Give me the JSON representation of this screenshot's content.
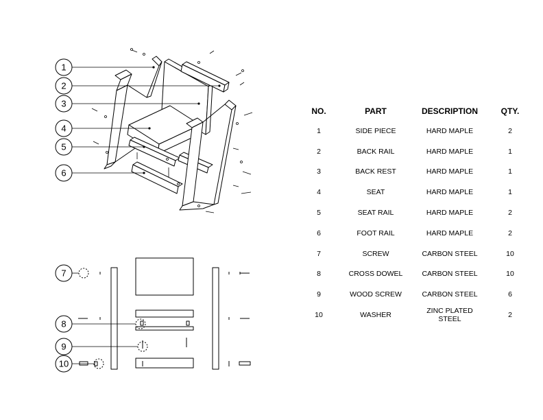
{
  "callouts": [
    "1",
    "2",
    "3",
    "4",
    "5",
    "6",
    "7",
    "8",
    "9",
    "10"
  ],
  "table": {
    "headers": {
      "no": "NO.",
      "part": "PART",
      "description": "DESCRIPTION",
      "qty": "QTY."
    },
    "rows": [
      {
        "no": "1",
        "part": "SIDE PIECE",
        "description": "HARD MAPLE",
        "qty": "2"
      },
      {
        "no": "2",
        "part": "BACK RAIL",
        "description": "HARD MAPLE",
        "qty": "1"
      },
      {
        "no": "3",
        "part": "BACK REST",
        "description": "HARD MAPLE",
        "qty": "1"
      },
      {
        "no": "4",
        "part": "SEAT",
        "description": "HARD MAPLE",
        "qty": "1"
      },
      {
        "no": "5",
        "part": "SEAT RAIL",
        "description": "HARD MAPLE",
        "qty": "2"
      },
      {
        "no": "6",
        "part": "FOOT RAIL",
        "description": "HARD MAPLE",
        "qty": "2"
      },
      {
        "no": "7",
        "part": "SCREW",
        "description": "CARBON STEEL",
        "qty": "10"
      },
      {
        "no": "8",
        "part": "CROSS DOWEL",
        "description": "CARBON STEEL",
        "qty": "10"
      },
      {
        "no": "9",
        "part": "WOOD SCREW",
        "description": "CARBON STEEL",
        "qty": "6"
      },
      {
        "no": "10",
        "part": "WASHER",
        "description": "ZINC PLATED STEEL",
        "qty": "2"
      }
    ]
  }
}
